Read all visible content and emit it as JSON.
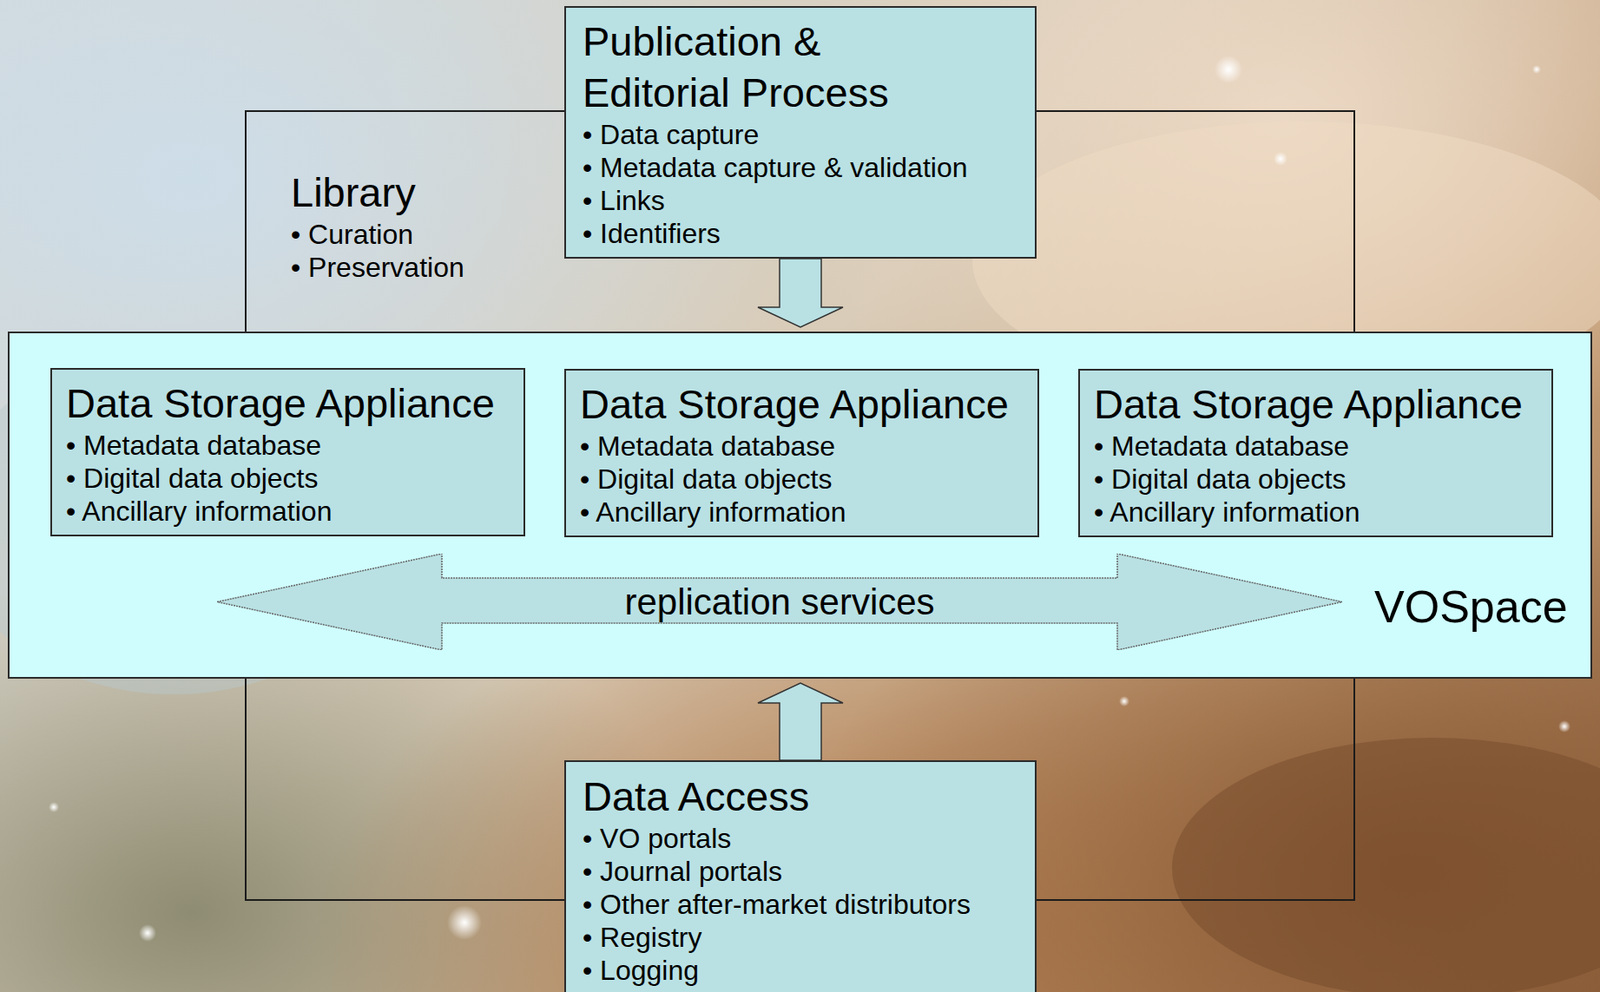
{
  "diagram": {
    "nodes": [
      {
        "text": [
          "Library",
          "• Curation",
          "• Preservation"
        ]
      },
      {
        "text": [
          "Publication & Editorial Process",
          "• Data capture",
          "• Metadata capture & validation",
          "• Links",
          "• Identifiers"
        ]
      },
      {
        "text": [
          "VOSpace"
        ]
      },
      {
        "text": [
          "Data Storage Appliance",
          "• Metadata database",
          "• Digital data objects",
          "• Ancillary information"
        ],
        "in": 2
      },
      {
        "text": [
          "Data Storage Appliance",
          "• Metadata database",
          "• Digital data objects",
          "• Ancillary information"
        ],
        "in": 2
      },
      {
        "text": [
          "Data Storage Appliance",
          "• Metadata database",
          "• Digital data objects",
          "• Ancillary information"
        ],
        "in": 2
      },
      {
        "text": [
          "replication services"
        ],
        "in": 2
      },
      {
        "text": [
          "Data Access",
          "• VO portals",
          "• Journal portals",
          "• Other after-market distributors",
          "• Registry",
          "• Logging"
        ]
      }
    ],
    "edges": [
      {
        "from": 1,
        "to": 2,
        "arrow": "to"
      },
      {
        "from": 7,
        "to": 2,
        "arrow": "to"
      }
    ]
  }
}
